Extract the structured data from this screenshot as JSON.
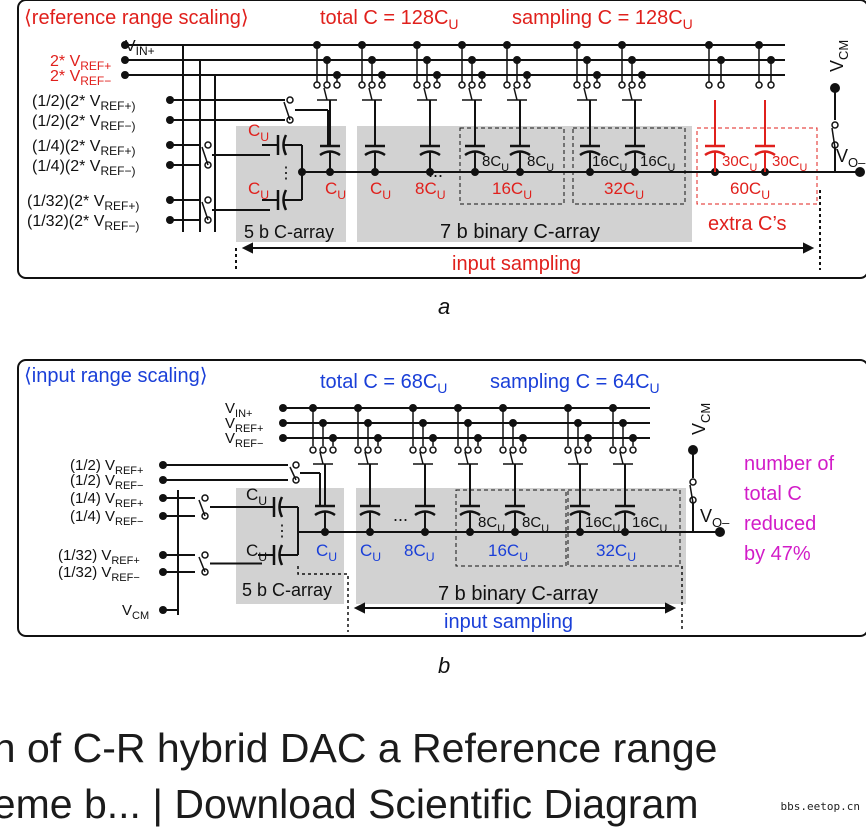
{
  "panel_a": {
    "header_left": "⟨reference range scaling⟩",
    "header_total": "total C = 128C",
    "header_total_sub": "U",
    "header_sampling": "sampling C = 128C",
    "header_sampling_sub": "U",
    "inputs": [
      "V",
      "2* V",
      "2* V",
      "(1/2)(2* V",
      "(1/2)(2* V",
      "(1/4)(2* V",
      "(1/4)(2* V",
      "(1/32)(2* V",
      "(1/32)(2* V"
    ],
    "input_subs": [
      "IN+",
      "REF+",
      "REF−",
      "REF+)",
      "REF−)",
      "REF+)",
      "REF−)",
      "REF+)",
      "REF−)"
    ],
    "cap_labels": [
      "C",
      "C",
      "C",
      "8C",
      "16C",
      "32C",
      "60C"
    ],
    "pair_labels": [
      "8C",
      "8C",
      "16C",
      "16C",
      "30C",
      "30C"
    ],
    "sub_u": "U",
    "ellipsis": "...",
    "array5": "5 b C-array",
    "array7": "7 b binary C-array",
    "extra": "extra C’s",
    "sampling": "input sampling",
    "vcm": "V",
    "vcm_sub": "CM",
    "vo": "V",
    "vo_sub": "O–",
    "panel_label": "a"
  },
  "panel_b": {
    "header_left": "⟨input range scaling⟩",
    "header_total": "total C = 68C",
    "header_total_sub": "U",
    "header_sampling": "sampling C = 64C",
    "header_sampling_sub": "U",
    "inputs": [
      "V",
      "V",
      "V",
      "(1/2) V",
      "(1/2) V",
      "(1/4) V",
      "(1/4) V",
      "(1/32) V",
      "(1/32) V",
      "V"
    ],
    "input_subs": [
      "IN+",
      "REF+",
      "REF−",
      "REF+",
      "REF−",
      "REF+",
      "REF−",
      "REF+",
      "REF−",
      "CM"
    ],
    "cap_labels": [
      "C",
      "C",
      "8C",
      "16C",
      "32C"
    ],
    "pair_labels": [
      "8C",
      "8C",
      "16C",
      "16C"
    ],
    "sub_u": "U",
    "ellipsis": "...",
    "array5": "5 b C-array",
    "array7": "7 b binary C-array",
    "sampling": "input sampling",
    "vcm": "V",
    "vcm_sub": "CM",
    "vo": "V",
    "vo_sub": "O–",
    "note": [
      "number of",
      "total C",
      "reduced",
      "by 47%"
    ],
    "panel_label": "b"
  },
  "colors": {
    "red": "#e0201c",
    "blue": "#1a3fd8",
    "magenta": "#d21cc8",
    "gray": "#d2d2d2",
    "line": "#111111"
  },
  "caption": [
    "on of C-R hybrid DAC a Reference range",
    "heme b... | Download Scientific Diagram"
  ],
  "watermark": "bbs.eetop.cn"
}
